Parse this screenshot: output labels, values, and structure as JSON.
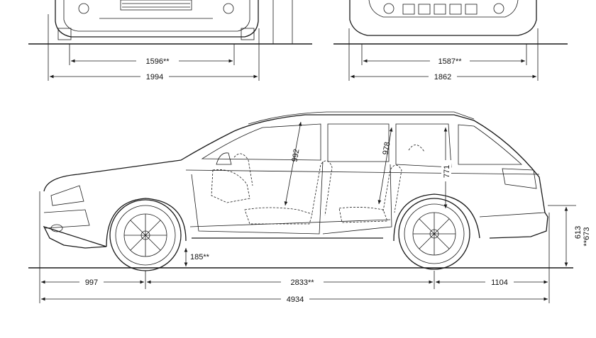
{
  "dimensions": {
    "front_track": "1596**",
    "front_width": "1994",
    "rear_track": "1587**",
    "rear_width": "1862",
    "front_headroom": "992",
    "rear_headroom": "978",
    "load_height": "771",
    "ground_clearance": "185**",
    "sill_height_a": "613",
    "sill_height_b": "**673",
    "front_overhang": "997",
    "wheelbase": "2833**",
    "rear_overhang": "1104",
    "overall_length": "4934"
  },
  "colors": {
    "line": "#1a1a1a",
    "background": "#ffffff"
  }
}
